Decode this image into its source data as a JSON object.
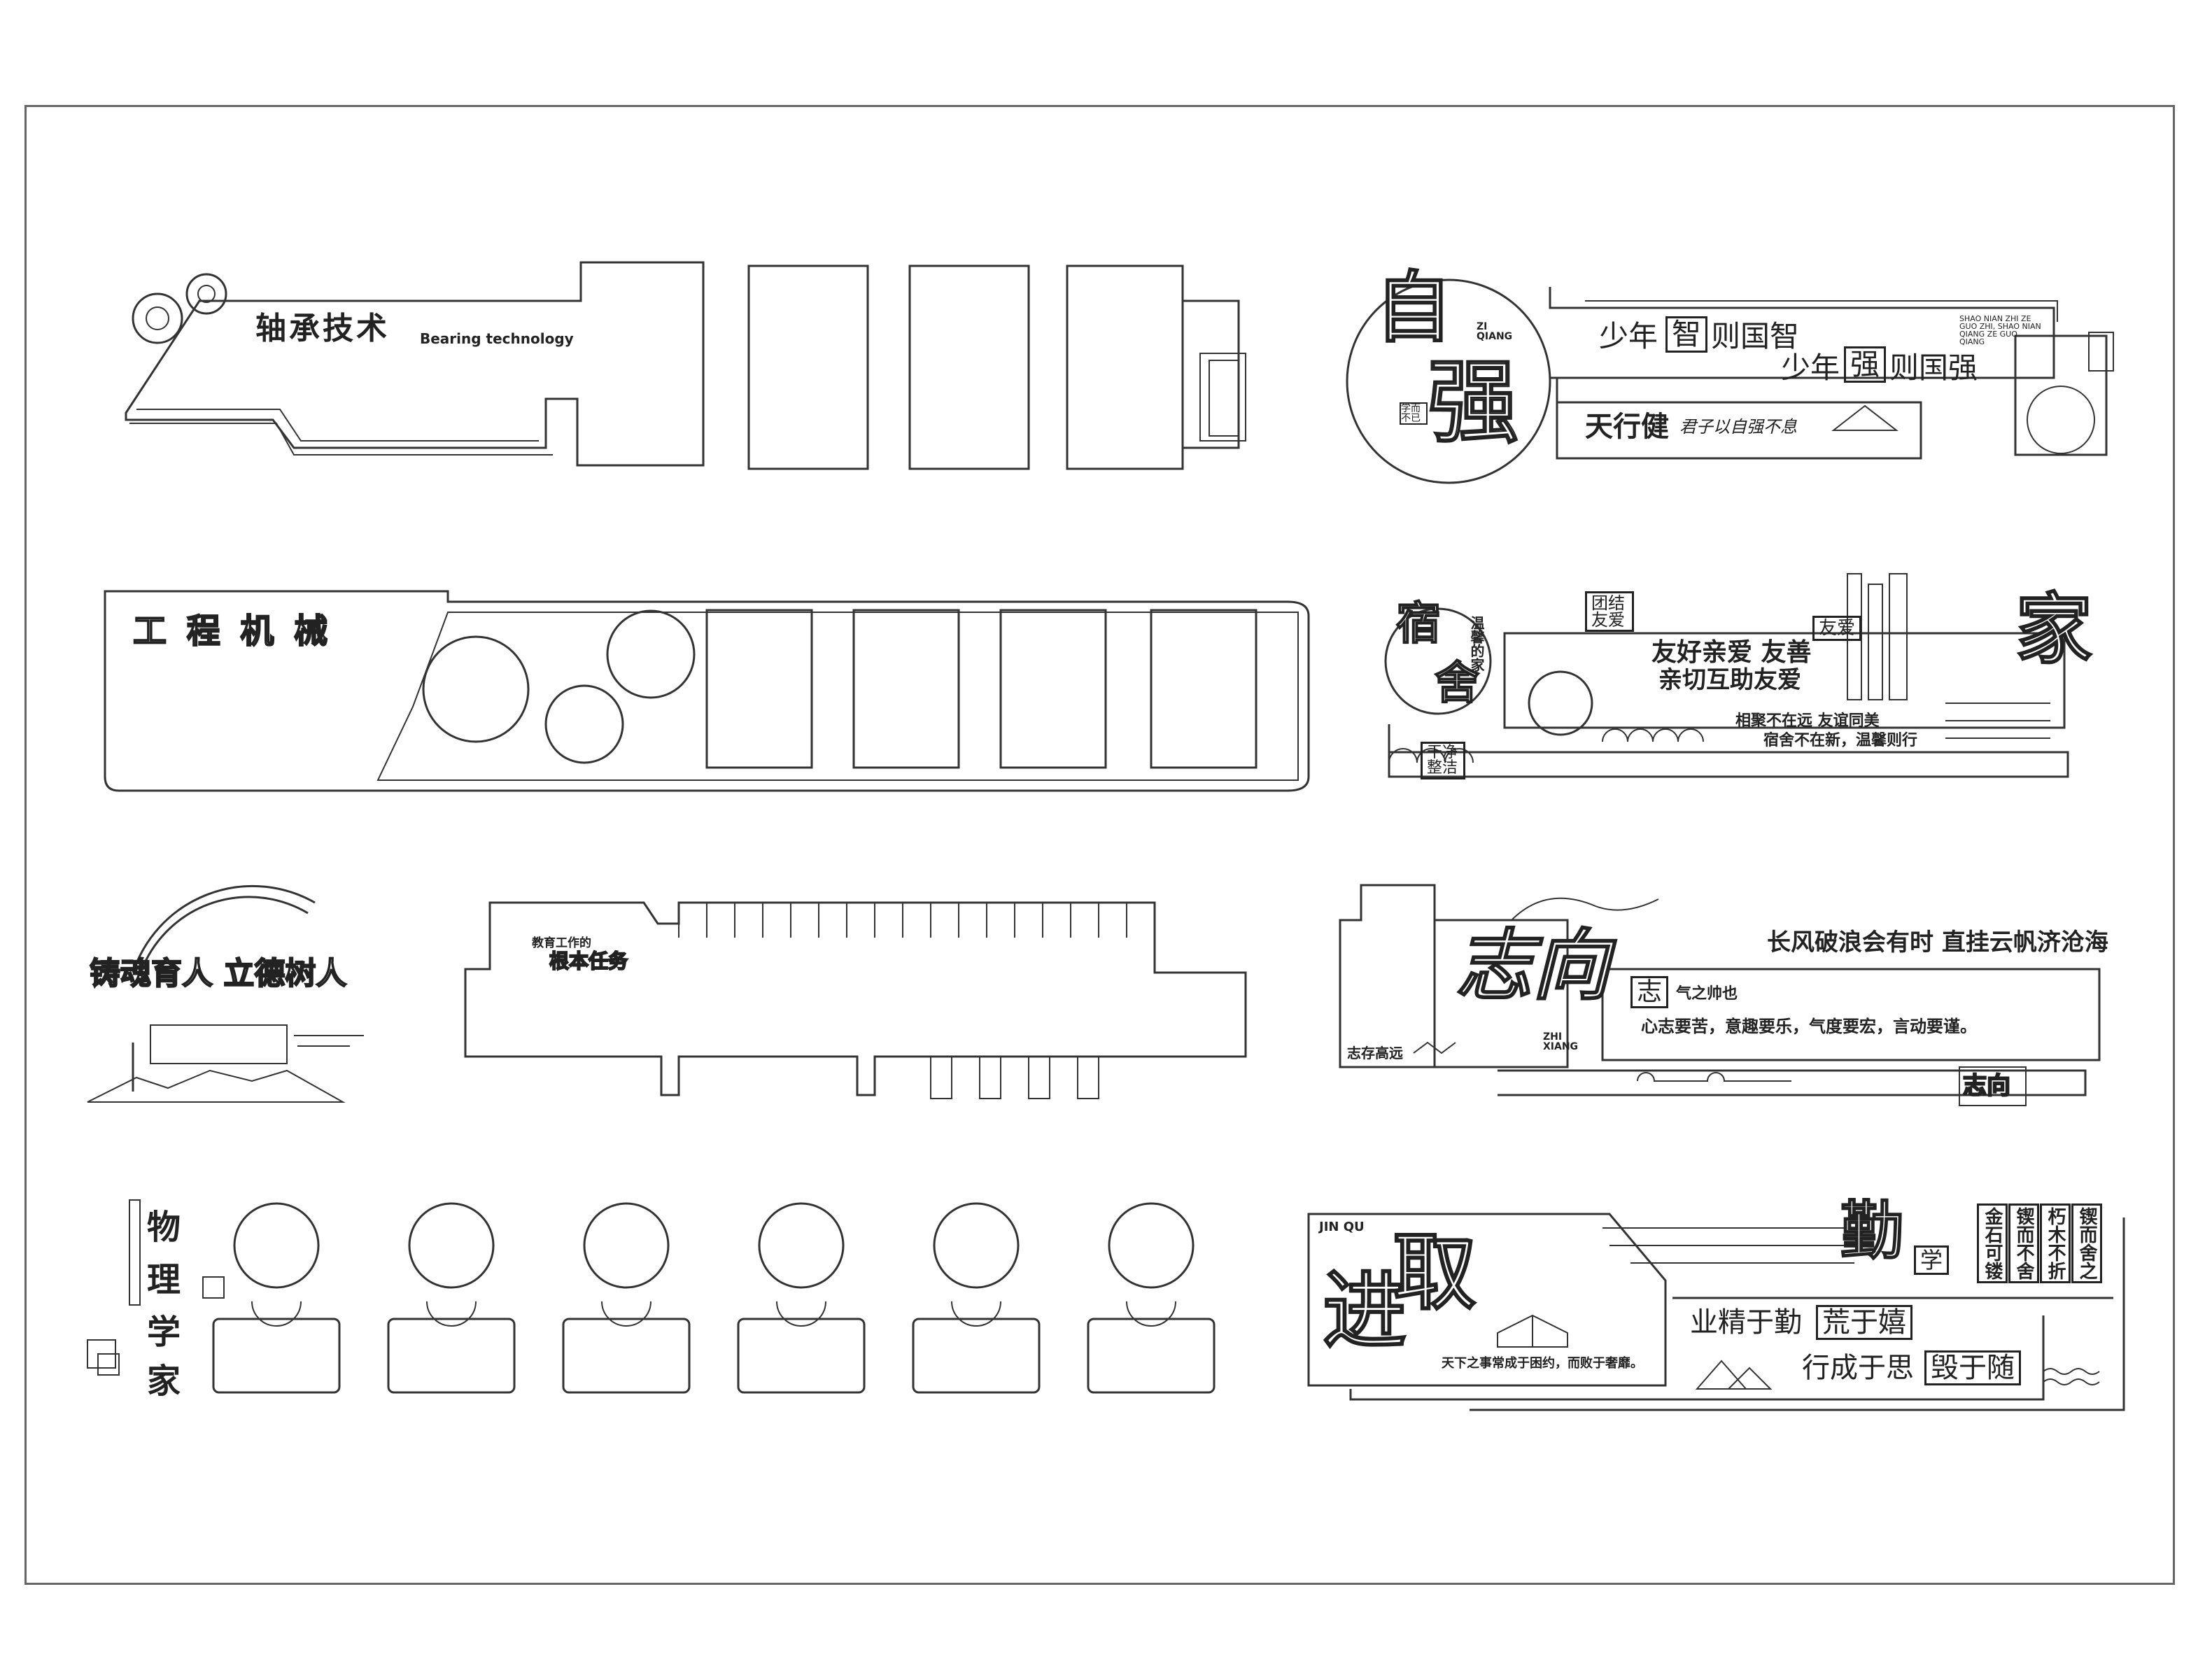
{
  "panels": {
    "bearing": {
      "title": "轴承技术",
      "subtitle": "Bearing technology"
    },
    "engineering": {
      "title": "工 程 机 械"
    },
    "moral": {
      "title": "铸魂育人 立德树人"
    },
    "mission": {
      "line1": "教育工作的",
      "line2": "根本任务"
    },
    "physicists": {
      "title": [
        "物",
        "理",
        "学",
        "家"
      ]
    },
    "ziqiang": {
      "big_char_1": "自",
      "big_char_2": "强",
      "pinyin": "ZI QIANG",
      "banner_line1_a": "少年",
      "banner_line1_b": "智",
      "banner_line1_c": "则国智",
      "banner_line2_a": "少年",
      "banner_line2_b": "强",
      "banner_line2_c": "则国强",
      "motto": "天行健",
      "motto_script": "君子以自强不息",
      "small_pinyin": "SHAO NIAN ZHI ZE GUO ZHI, SHAO NIAN QIANG ZE GUO QIANG",
      "seal": "学而不已"
    },
    "dorm": {
      "char_1": "宿",
      "char_2": "舍",
      "side_label": "温馨的家",
      "tag_1": "团结友爱",
      "tag_2": "友爱",
      "line_1": "友好亲爱 友善",
      "line_2": "亲切互助友爱",
      "line_3": "相聚不在远 友谊同美",
      "line_4": "宿舍不在新，温馨则行",
      "home_char": "家",
      "clean": "干净整洁"
    },
    "zhixiang": {
      "big_chars": "志向",
      "pinyin": "ZHI XIANG",
      "headline": "长风破浪会有时 直挂云帆济沧海",
      "boxed_char": "志",
      "line_1": "气之帅也",
      "line_2": "心志要苦，意趣要乐，气度要宏，言动要谨。",
      "bottom_label": "志存高远",
      "end_chars": "志向"
    },
    "jinqu": {
      "pinyin": "JIN QU",
      "big_chars_1": "进",
      "big_chars_2": "取",
      "quote": "天下之事常成于困约，而败于奢靡。",
      "qin": "勤",
      "xue": "学",
      "row_1_a": "业精于勤",
      "row_1_b": "荒于嬉",
      "row_2_a": "行成于思",
      "row_2_b": "毁于随",
      "idiom_1": "金石可镂",
      "idiom_2": "锲而不舍",
      "idiom_3": "朽木不折",
      "idiom_4": "锲而舍之"
    }
  }
}
